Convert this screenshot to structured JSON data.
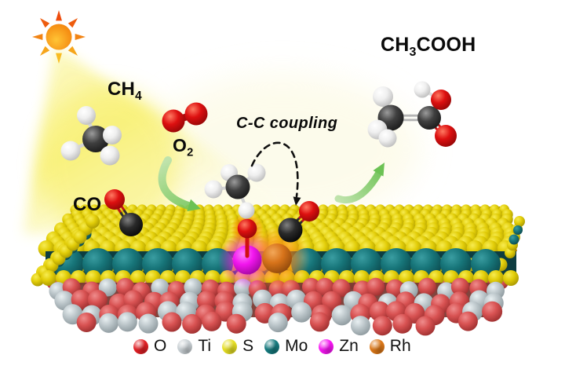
{
  "scene": {
    "background": "#ffffff",
    "labels": {
      "ch4": {
        "base": "CH",
        "sub": "4"
      },
      "o2": {
        "base": "O",
        "sub": "2"
      },
      "coupling": "C-C coupling",
      "product": {
        "p1": "CH",
        "s1": "3",
        "p2": "COOH"
      },
      "co": "CO"
    }
  },
  "legend": {
    "items": [
      {
        "label": "O",
        "color": "#e11f25"
      },
      {
        "label": "Ti",
        "color": "#c7ced2"
      },
      {
        "label": "S",
        "color": "#e6df25"
      },
      {
        "label": "Mo",
        "color": "#157a7e"
      },
      {
        "label": "Zn",
        "color": "#f716f3"
      },
      {
        "label": "Rh",
        "color": "#dc7818"
      }
    ]
  },
  "atoms": {
    "S": {
      "base": "#e2cd08",
      "hi": "#f7ec52",
      "lo": "#9a8a00"
    },
    "Mo": {
      "base": "#177579",
      "hi": "#3a9da1",
      "lo": "#093f43"
    },
    "O": {
      "base": "#d85252",
      "hi": "#ef8d8d",
      "lo": "#8e2626"
    },
    "Ti": {
      "base": "#bcc6ca",
      "hi": "#e9f0f2",
      "lo": "#828e93"
    },
    "Zn": {
      "base": "#f216ee",
      "hi": "#ff82fb",
      "lo": "#8f038c"
    },
    "Rh": {
      "base": "#d7731a",
      "hi": "#f3a859",
      "lo": "#7e3f08"
    },
    "C": {
      "base": "#404040",
      "hi": "#9b9b9b",
      "lo": "#111111"
    },
    "Cdark": {
      "base": "#2a2a2a",
      "hi": "#808080",
      "lo": "#000000"
    },
    "H": {
      "base": "#efefef",
      "hi": "#ffffff",
      "lo": "#b0b0b0"
    },
    "Ored": {
      "base": "#dd1010",
      "hi": "#ff7a62",
      "lo": "#830404"
    }
  },
  "accents": {
    "sun_core": "#f07000",
    "sun_edge": "#ffc435",
    "beam": "#f8f06e",
    "arrow_green_light": "#bfe3ab",
    "arrow_green_dark": "#6cc254",
    "glow_zn": "#ff2bf7",
    "glow_rh": "#ff8d1e",
    "glow_oh": "#ff6a00",
    "dash": "#101010"
  }
}
